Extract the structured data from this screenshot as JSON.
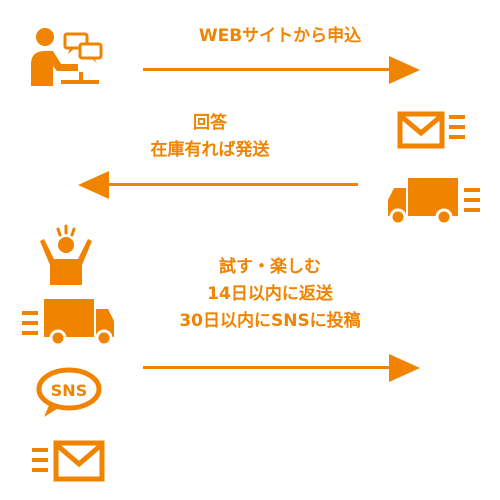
{
  "colors": {
    "accent": "#f08300",
    "background": "#ffffff"
  },
  "steps": [
    {
      "direction": "right",
      "lines": [
        "WEBサイトから申込"
      ]
    },
    {
      "direction": "left",
      "lines": [
        "回答",
        "在庫有れば発送"
      ]
    },
    {
      "direction": "right",
      "lines": [
        "試す・楽しむ",
        "14日以内に返送",
        "30日以内にSNSに投稿"
      ]
    }
  ],
  "icons": {
    "user_at_computer": "user-computer-icon",
    "mail_sent": "mail-sent-icon",
    "truck_left": "delivery-truck-icon",
    "happy_person": "happy-person-icon",
    "truck_right": "delivery-truck-icon",
    "sns_bubble": "sns-speech-bubble-icon",
    "mail_sent_bottom": "mail-sent-icon"
  },
  "sns_badge_text": "SNS"
}
